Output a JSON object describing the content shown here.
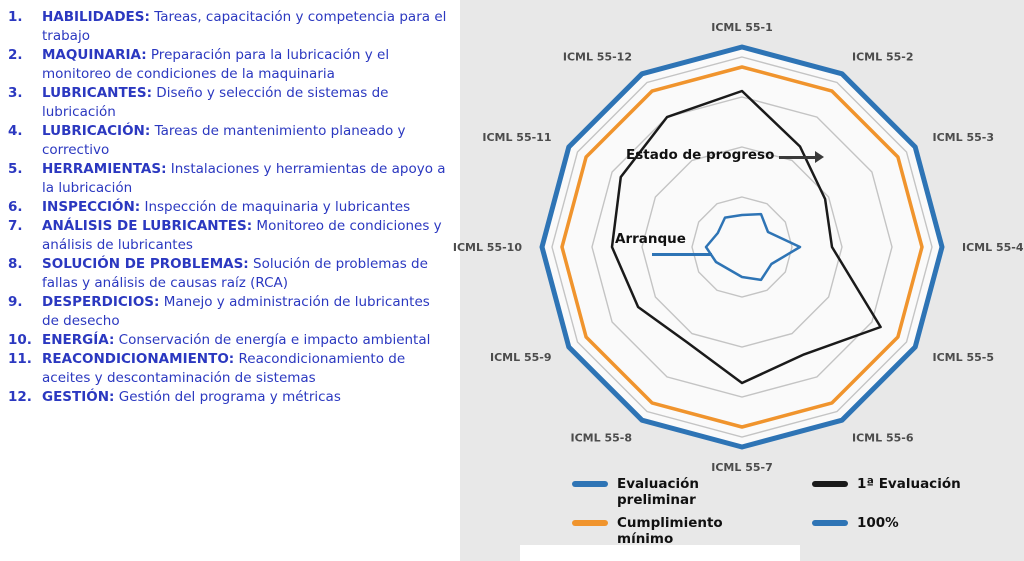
{
  "left_panel": {
    "items": [
      {
        "num": "1.",
        "term": "HABILIDADES:",
        "desc": "Tareas, capacitación y competencia para el trabajo"
      },
      {
        "num": "2.",
        "term": "MAQUINARIA:",
        "desc": "Preparación para la lubricación y el monitoreo de condiciones de la maquinaria"
      },
      {
        "num": "3.",
        "term": "LUBRICANTES:",
        "desc": "Diseño y selección de sistemas de lubricación"
      },
      {
        "num": "4.",
        "term": "LUBRICACIÓN:",
        "desc": "Tareas de mantenimiento planeado y correctivo"
      },
      {
        "num": "5.",
        "term": "HERRAMIENTAS:",
        "desc": "Instalaciones y herramientas de apoyo a la lubricación"
      },
      {
        "num": "6.",
        "term": "INSPECCIÓN:",
        "desc": "Inspección de maquinaria y lubricantes"
      },
      {
        "num": "7.",
        "term": "ANÁLISIS DE LUBRICANTES:",
        "desc": "Monitoreo de condiciones y análisis de lubricantes"
      },
      {
        "num": "8.",
        "term": "SOLUCIÓN DE PROBLEMAS:",
        "desc": "Solución de problemas de fallas y análisis de causas raíz (RCA)"
      },
      {
        "num": "9.",
        "term": "DESPERDICIOS:",
        "desc": "Manejo y administración de lubricantes de desecho"
      },
      {
        "num": "10.",
        "term": "ENERGÍA:",
        "desc": "Conservación de energía e impacto ambiental"
      },
      {
        "num": "11.",
        "term": "REACONDICIONAMIENTO:",
        "desc": "Reacondicionamiento de aceites y descontaminación de sistemas"
      },
      {
        "num": "12.",
        "term": "GESTIÓN:",
        "desc": "Gestión del programa y métricas"
      }
    ]
  },
  "chart_data": {
    "type": "radar",
    "title": "",
    "max": 100,
    "categories": [
      "ICML 55-1",
      "ICML 55-2",
      "ICML 55-3",
      "ICML 55-4",
      "ICML 55-5",
      "ICML 55-6",
      "ICML 55-7",
      "ICML 55-8",
      "ICML 55-9",
      "ICML 55-10",
      "ICML 55-11",
      "ICML 55-12"
    ],
    "rings": [
      25,
      50,
      75,
      95
    ],
    "ring_color": "#c4c4c4",
    "plot_fill": "#fafafa",
    "series": [
      {
        "name": "100%",
        "color": "#2e74b5",
        "width": 5,
        "values": [
          100,
          100,
          100,
          100,
          100,
          100,
          100,
          100,
          100,
          100,
          100,
          100
        ]
      },
      {
        "name": "Cumplimiento mínimo",
        "color": "#f0942d",
        "width": 3.5,
        "values": [
          90,
          90,
          90,
          90,
          90,
          90,
          90,
          90,
          90,
          90,
          90,
          90
        ]
      },
      {
        "name": "1ª Evaluación",
        "color": "#1a1a1a",
        "width": 2.5,
        "values": [
          78,
          58,
          48,
          45,
          80,
          62,
          68,
          55,
          60,
          65,
          70,
          75
        ]
      },
      {
        "name": "Evaluación preliminar",
        "color": "#2e74b5",
        "width": 2.5,
        "values": [
          16,
          19,
          15,
          29,
          17,
          19,
          15,
          13,
          15,
          18,
          14,
          17
        ]
      }
    ],
    "legend_position": "bottom",
    "grid": true
  },
  "annotations": {
    "progress": "Estado de progreso",
    "start": "Arranque"
  },
  "legend": {
    "entries": [
      {
        "label": "Evaluación preliminar",
        "color": "#2e74b5"
      },
      {
        "label": "1ª Evaluación",
        "color": "#1a1a1a"
      },
      {
        "label": "Cumplimiento mínimo",
        "color": "#f0942d"
      },
      {
        "label": "100%",
        "color": "#2e74b5"
      }
    ]
  }
}
